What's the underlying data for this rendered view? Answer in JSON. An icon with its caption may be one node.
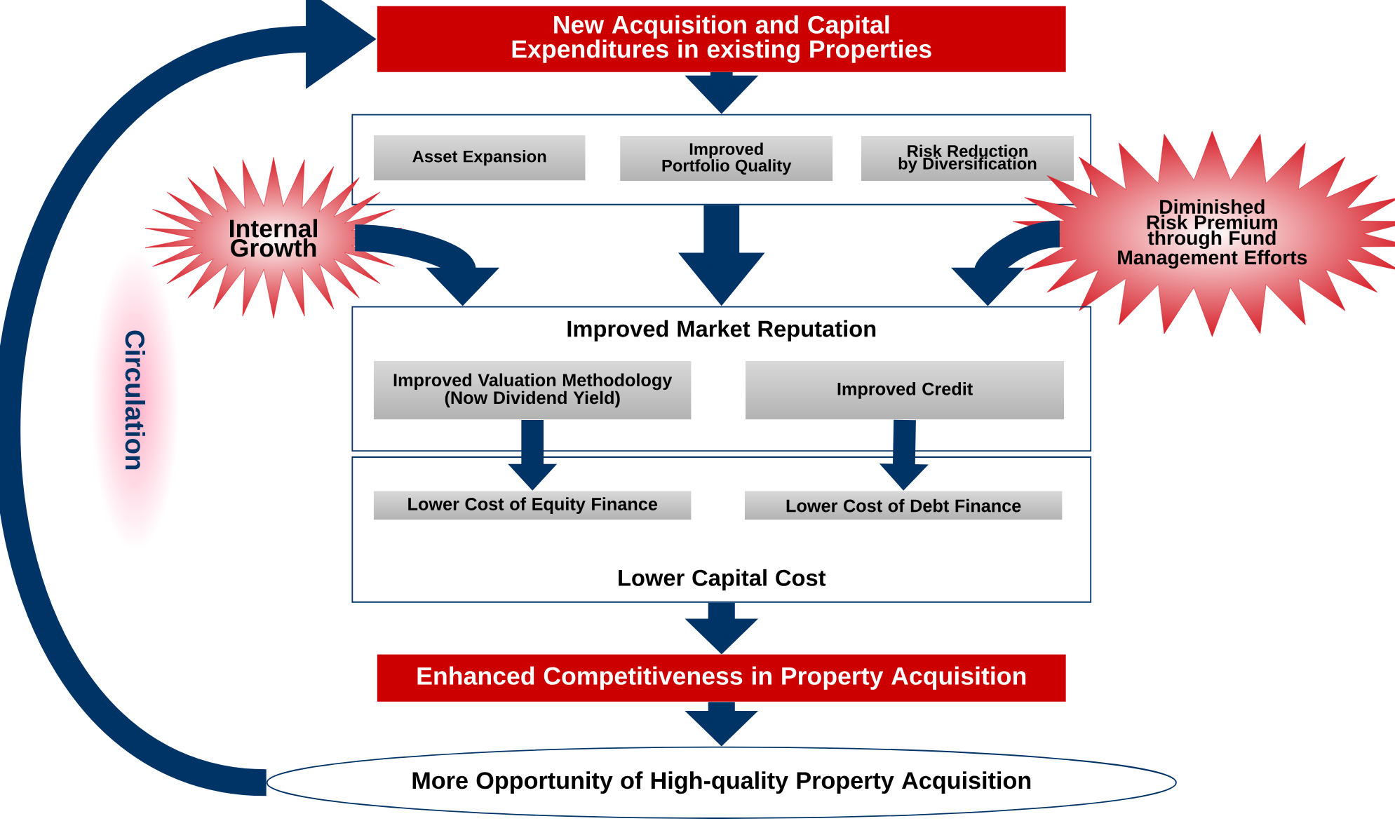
{
  "diagram": {
    "nodes": [
      {
        "text": [
          "New Acquisition and Capital Expenditures in existing Properties"
        ]
      },
      {
        "text": [],
        "shape": "box"
      },
      {
        "text": [
          "Asset Expansion"
        ],
        "in": 1
      },
      {
        "text": [
          "Improved Portfolio Quality"
        ],
        "in": 1
      },
      {
        "text": [
          "Risk Reduction by Diversification"
        ],
        "in": 1
      },
      {
        "text": [
          "Internal Growth"
        ]
      },
      {
        "text": [
          "Diminished Risk Premium through Fund Management Efforts"
        ]
      },
      {
        "text": [
          "Improved Market Reputation"
        ]
      },
      {
        "text": [
          "Improved Valuation Methodology (Now Dividend Yield)"
        ],
        "in": 7
      },
      {
        "text": [
          "Improved Credit"
        ],
        "in": 7
      },
      {
        "text": [
          "Lower Capital Cost"
        ]
      },
      {
        "text": [
          "Lower Cost of Equity Finance"
        ],
        "in": 10
      },
      {
        "text": [
          "Lower Cost of Debt Finance"
        ],
        "in": 10
      },
      {
        "text": [
          "Enhanced Competitiveness in Property Acquisition"
        ]
      },
      {
        "text": [
          "More Opportunity of High-quality Property Acquisition"
        ]
      }
    ],
    "edges": [
      {
        "from": 0,
        "to": 1,
        "arrow": "to"
      },
      {
        "from": 1,
        "to": 7,
        "arrow": "to"
      },
      {
        "from": 5,
        "to": 7,
        "arrow": "to"
      },
      {
        "from": 6,
        "to": 7,
        "arrow": "to"
      },
      {
        "from": 8,
        "to": 11,
        "arrow": "to"
      },
      {
        "from": 9,
        "to": 12,
        "arrow": "to"
      },
      {
        "from": 10,
        "to": 13,
        "arrow": "to"
      },
      {
        "from": 13,
        "to": 14,
        "arrow": "to"
      },
      {
        "from": 14,
        "to": 0,
        "arrow": "to",
        "label": "Circulation"
      }
    ]
  }
}
